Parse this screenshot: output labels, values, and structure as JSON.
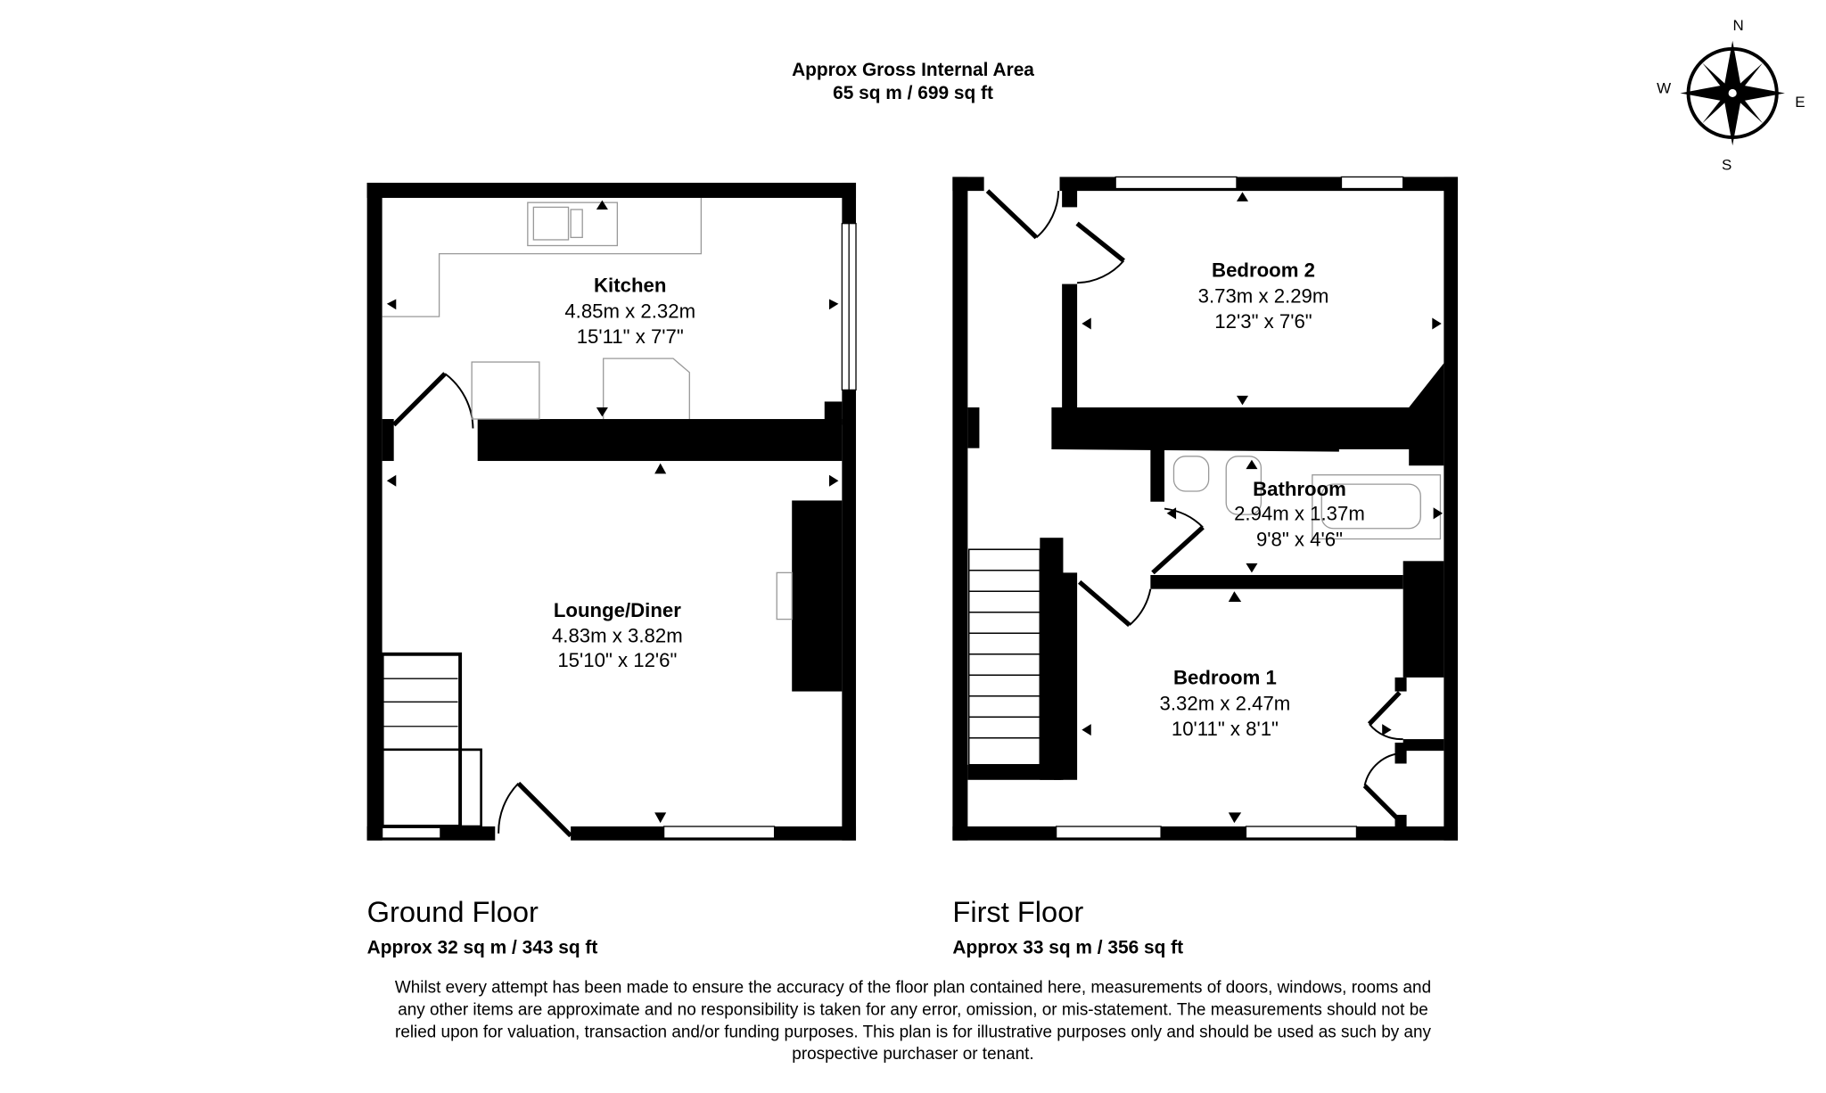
{
  "header": {
    "title": "Approx Gross Internal Area",
    "area": "65 sq m / 699 sq ft"
  },
  "compass": {
    "n": "N",
    "e": "E",
    "s": "S",
    "w": "W"
  },
  "ground_floor": {
    "name": "Ground Floor",
    "area": "Approx 32 sq m / 343 sq ft",
    "rooms": [
      {
        "name": "Kitchen",
        "metric": "4.85m x 2.32m",
        "imperial": "15'11\" x 7'7\""
      },
      {
        "name": "Lounge/Diner",
        "metric": "4.83m x 3.82m",
        "imperial": "15'10\" x 12'6\""
      }
    ]
  },
  "first_floor": {
    "name": "First Floor",
    "area": "Approx 33 sq m / 356 sq ft",
    "rooms": [
      {
        "name": "Bedroom 2",
        "metric": "3.73m x 2.29m",
        "imperial": "12'3\" x 7'6\""
      },
      {
        "name": "Bathroom",
        "metric": "2.94m x 1.37m",
        "imperial": "9'8\" x 4'6\""
      },
      {
        "name": "Bedroom 1",
        "metric": "3.32m x 2.47m",
        "imperial": "10'11\" x 8'1\""
      }
    ]
  },
  "disclaimer": [
    "Whilst every attempt has been made to ensure the accuracy of the floor plan contained here, measurements of doors, windows, rooms and",
    "any other items are approximate and no responsibility is taken for any error, omission, or mis-statement. The measurements should not be",
    "relied upon for valuation, transaction and/or funding purposes. This plan is for illustrative purposes only and should be used as such by any",
    "prospective purchaser or tenant."
  ]
}
